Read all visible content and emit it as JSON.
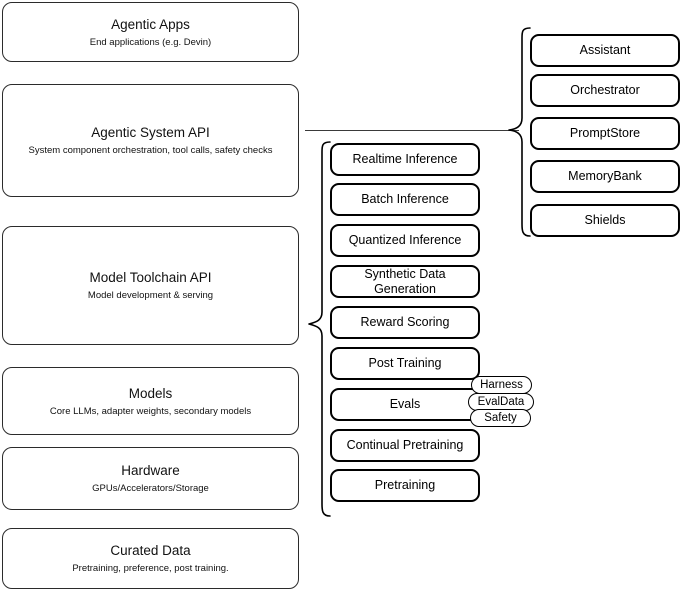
{
  "diagram": {
    "title": "AI Stack Layers Diagram",
    "accent_color": "#000000",
    "layer_border_color": "#2b2b2b",
    "connector_color": "#3a3a3a",
    "background_color": "#ffffff"
  },
  "layers": [
    {
      "title": "Agentic Apps",
      "subtitle": "End applications (e.g. Devin)"
    },
    {
      "title": "Agentic System API",
      "subtitle": "System component orchestration, tool calls, safety checks"
    },
    {
      "title": "Model Toolchain API",
      "subtitle": "Model development & serving"
    },
    {
      "title": "Models",
      "subtitle": "Core LLMs, adapter weights, secondary models"
    },
    {
      "title": "Hardware",
      "subtitle": "GPUs/Accelerators/Storage"
    },
    {
      "title": "Curated Data",
      "subtitle": "Pretraining, preference, post training."
    }
  ],
  "toolchain_components": [
    {
      "label": "Realtime Inference"
    },
    {
      "label": "Batch Inference"
    },
    {
      "label": "Quantized Inference"
    },
    {
      "label": "Synthetic Data Generation"
    },
    {
      "label": "Reward Scoring"
    },
    {
      "label": "Post Training"
    },
    {
      "label": "Evals"
    },
    {
      "label": "Continual Pretraining"
    },
    {
      "label": "Pretraining"
    }
  ],
  "agentic_components": [
    {
      "label": "Assistant"
    },
    {
      "label": "Orchestrator"
    },
    {
      "label": "PromptStore"
    },
    {
      "label": "MemoryBank"
    },
    {
      "label": "Shields"
    }
  ],
  "eval_tags": [
    {
      "label": "Harness"
    },
    {
      "label": "EvalData"
    },
    {
      "label": "Safety"
    }
  ]
}
